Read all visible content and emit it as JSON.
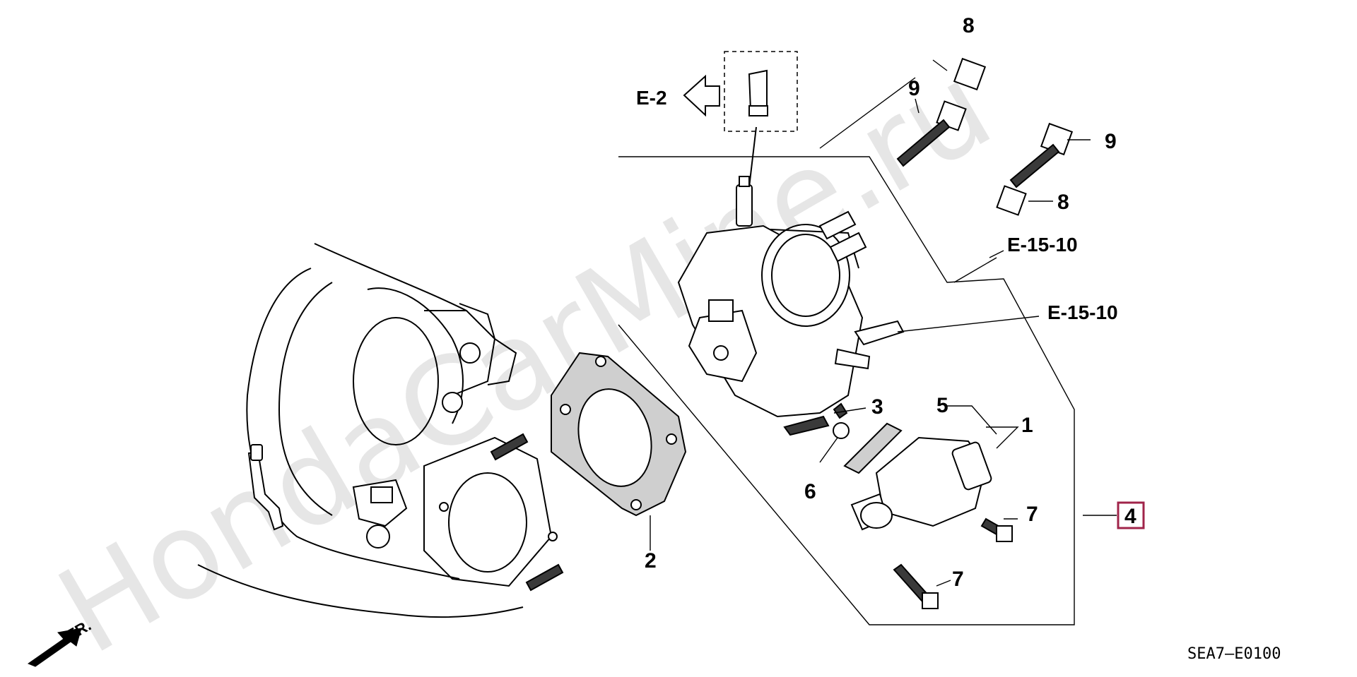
{
  "watermark": "HondaCarMine.ru",
  "diagram_code": "SEA7—E0100",
  "front_label": "FR.",
  "refs": {
    "e2": "E-2",
    "e15a": "E-15-10",
    "e15b": "E-15-10"
  },
  "callouts": {
    "c1": "1",
    "c2": "2",
    "c3": "3",
    "c4": "4",
    "c5": "5",
    "c6": "6",
    "c7a": "7",
    "c7b": "7",
    "c8a": "8",
    "c8b": "8",
    "c9a": "9",
    "c9b": "9"
  },
  "colors": {
    "highlight_box": "#a0244a",
    "line": "#000000",
    "watermark": "#e6e6e6"
  }
}
